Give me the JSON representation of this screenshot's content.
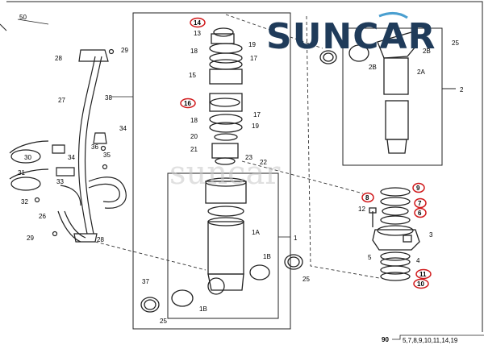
{
  "brand": {
    "text": "SUNCAR",
    "color": "#1f3b5a",
    "accent": "#4a9fd0"
  },
  "watermark": "suncar",
  "footer": {
    "ref": "90",
    "range": "5,7,8,9,10,11,14,19"
  },
  "highlight_color": "#d0191b",
  "labels": {
    "l50": "50",
    "l28a": "28",
    "l29a": "29",
    "l38": "38",
    "l27": "27",
    "l34a": "34",
    "l36": "36",
    "l35": "35",
    "l30": "30",
    "l34b": "34",
    "l31": "31",
    "l33": "33",
    "l32": "32",
    "l26": "26",
    "l29b": "29",
    "l28b": "28",
    "l14": "14",
    "l13": "13",
    "l19a": "19",
    "l18a": "18",
    "l17a": "17",
    "l15": "15",
    "l16": "16",
    "l18b": "18",
    "l17b": "17",
    "l19b": "19",
    "l20": "20",
    "l21": "21",
    "l23": "23",
    "l22": "22",
    "l1A": "1A",
    "l1": "1",
    "l1Ba": "1B",
    "l37": "37",
    "l25a": "25",
    "l1Bb": "1B",
    "l25b": "25",
    "l2B": "2B",
    "l2Bb": "2B",
    "l25c": "25",
    "l2A": "2A",
    "l2": "2",
    "l9": "9",
    "l8": "8",
    "l7": "7",
    "l6": "6",
    "l12": "12",
    "l3": "3",
    "l5": "5",
    "l4": "4",
    "l11": "11",
    "l10": "10"
  }
}
